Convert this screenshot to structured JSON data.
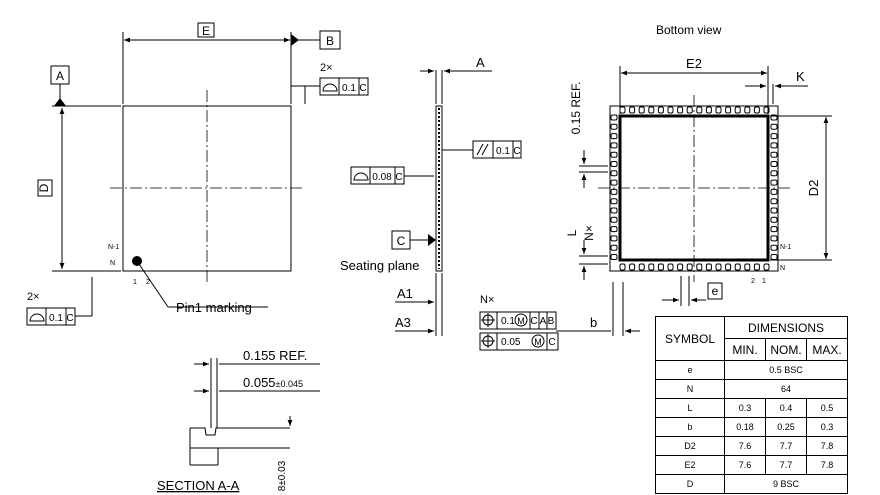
{
  "labels": {
    "bottom_view": "Bottom view",
    "datum_a": "A",
    "datum_b": "B",
    "datum_c": "C",
    "dim_e": "E",
    "dim_d": "D",
    "dim_e2": "E2",
    "dim_d2": "D2",
    "dim_k": "K",
    "dim_a": "A",
    "dim_a1": "A1",
    "dim_a3": "A3",
    "dim_b": "b",
    "dim_l": "L",
    "dim_nx": "N×",
    "dim_e_pitch": "e",
    "ref_015": "0.15 REF.",
    "two_x_top": "2×",
    "two_x_bottom": "2×",
    "n_x": "N×",
    "seating_plane": "Seating plane",
    "pin1_marking": "Pin1 marking",
    "pin_n1_top": "N-1",
    "pin_n_top": "N",
    "pin_1_top": "1",
    "pin_2_top": "2",
    "pin_n1_bottom": "N-1",
    "pin_n_bottom": "N",
    "pin_2_bottom": "2",
    "pin_1_bottom": "1",
    "section_ref": "0.155 REF.",
    "section_dim": "0.055",
    "section_tol": "±0.045",
    "section_side": "8±0.03",
    "section_title": "SECTION A-A"
  },
  "tolerance_frames": {
    "flat_top": {
      "value": "0.1",
      "datum": "C"
    },
    "flat_side": {
      "value": "0.08",
      "datum": "C"
    },
    "parallel": {
      "value": "0.1",
      "datum": "C"
    },
    "flat_bottom": {
      "value": "0.1",
      "datum": "C"
    },
    "pos_1": {
      "value": "0.1",
      "modifier": "M",
      "datums": [
        "C",
        "A",
        "B"
      ]
    },
    "pos_2": {
      "value": "0.05",
      "modifier": "M",
      "datums": [
        "C"
      ]
    }
  },
  "dimensions_table": {
    "symbol_header": "SYMBOL",
    "dimensions_header": "DIMENSIONS",
    "min_header": "MIN.",
    "nom_header": "NOM.",
    "max_header": "MAX.",
    "rows": [
      {
        "symbol": "e",
        "value": "0.5 BSC"
      },
      {
        "symbol": "N",
        "value": "64"
      },
      {
        "symbol": "L",
        "min": "0.3",
        "nom": "0.4",
        "max": "0.5"
      },
      {
        "symbol": "b",
        "min": "0.18",
        "nom": "0.25",
        "max": "0.3"
      },
      {
        "symbol": "D2",
        "min": "7.6",
        "nom": "7.7",
        "max": "7.8"
      },
      {
        "symbol": "E2",
        "min": "7.6",
        "nom": "7.7",
        "max": "7.8"
      },
      {
        "symbol": "D",
        "value": "9 BSC"
      }
    ]
  }
}
